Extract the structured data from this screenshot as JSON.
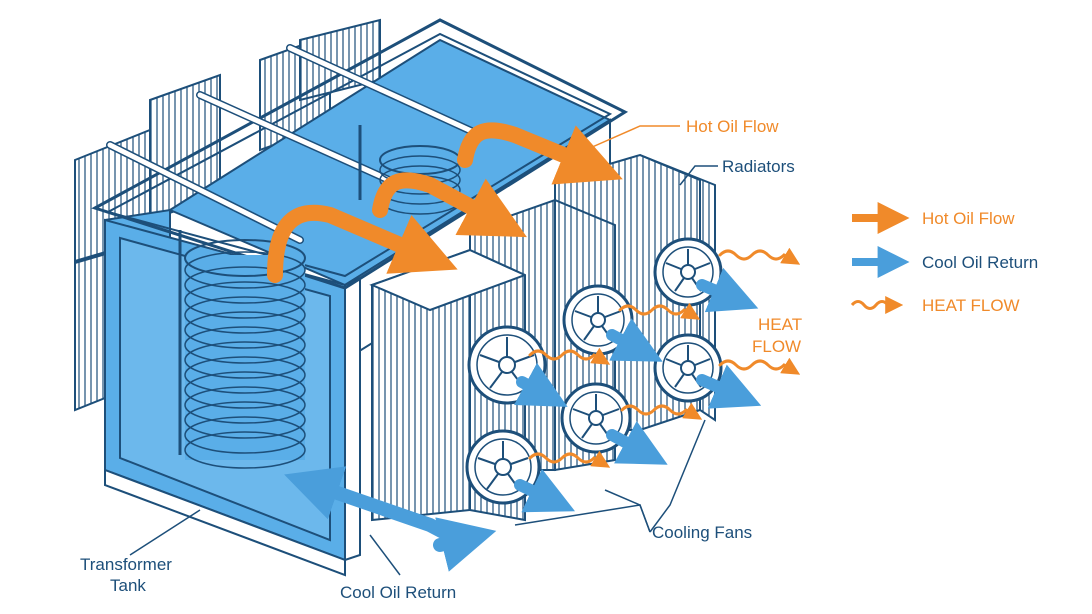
{
  "labels": {
    "hot_oil_flow": "Hot Oil Flow",
    "radiators": "Radiators",
    "heat_flow_line1": "HEAT",
    "heat_flow_line2": "FLOW",
    "cooling_fans": "Cooling Fans",
    "cool_oil_return": "Cool Oil Return",
    "transformer_tank_line1": "Transformer",
    "transformer_tank_line2": "Tank"
  },
  "legend": {
    "items": [
      {
        "label": "Hot Oil Flow",
        "icon": "straight-arrow-icon",
        "color": "#f08a2a"
      },
      {
        "label": "Cool Oil Return",
        "icon": "straight-arrow-icon",
        "color": "#4a9edb"
      },
      {
        "label": "HEAT FLOW",
        "icon": "wavy-arrow-icon",
        "color": "#f08a2a"
      }
    ]
  },
  "colors": {
    "orange": "#f08a2a",
    "blue_arrow": "#4a9edb",
    "oil_fill": "#5aaee8",
    "outline": "#1d4f7a",
    "label_dark": "#1d4f7a"
  }
}
